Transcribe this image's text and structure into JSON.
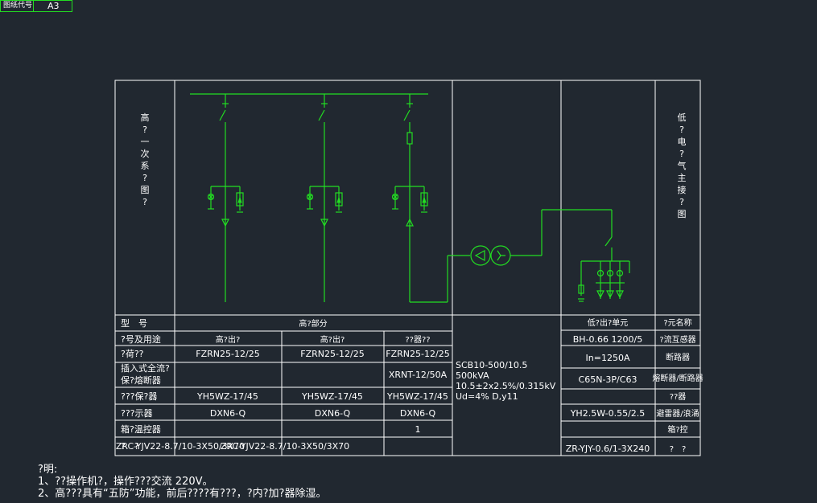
{
  "title_block": {
    "label": "图纸代号",
    "value": "A3"
  },
  "left_vertical": "高?一次系?图?",
  "right_vertical": "低?电?气主接?图",
  "table": {
    "row_headers": [
      "型　号",
      "?号及用途",
      "?荷??",
      "插入式全流?\n保?熔断器",
      "???保?器",
      "???示器",
      "箱?温控器",
      "?　?"
    ],
    "section_title": "高?部分",
    "columns": [
      {
        "usage": "高?出?",
        "switch": "FZRN25-12/25",
        "fuse": "",
        "arrester": "YH5WZ-17/45",
        "indicator": "DXN6-Q",
        "temp": "",
        "cable": "ZRC-YJV22-8.7/10-3X50/3X70"
      },
      {
        "usage": "高?出?",
        "switch": "FZRN25-12/25",
        "fuse": "",
        "arrester": "YH5WZ-17/45",
        "indicator": "DXN6-Q",
        "temp": "",
        "cable": "ZRC-YJV22-8.7/10-3X50/3X70"
      },
      {
        "usage": "??器??",
        "switch": "FZRN25-12/25",
        "fuse": "XRNT-12/50A",
        "arrester": "YH5WZ-17/45",
        "indicator": "DXN6-Q",
        "temp": "1",
        "cable": ""
      }
    ],
    "transformer": [
      "SCB10-500/10.5",
      "500kVA",
      "10.5±2x2.5%/0.315kV",
      "Ud=4%   D,y11"
    ],
    "low_header": "低?出?单元",
    "low_values": [
      "BH-0.66 1200/5",
      "In=1250A",
      "C65N-3P/C63",
      "",
      "YH2.5W-0.55/2.5",
      "",
      "ZR-YJY-0.6/1-3X240"
    ],
    "low_names": [
      "?元名称",
      "?流互感器",
      "断路器",
      "熔断器/断路器",
      "??器",
      "避雷器/浪涌",
      "箱?控",
      "?　?"
    ]
  },
  "notes": [
    "?明:",
    "1、??操作机?，操作???交流 220V。",
    "2、高???具有“五防”功能，前后????有???，?内?加?器除湿。"
  ]
}
